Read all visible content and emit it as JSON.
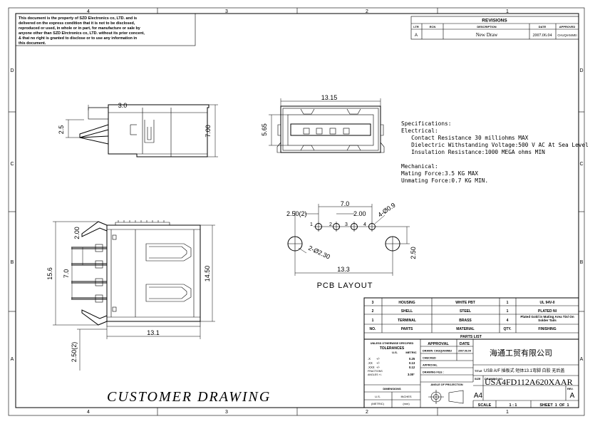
{
  "notice": [
    "This document is the property of SZD Electronics co, LTD. and is",
    "delivered on the express condition that it is not to be disclosed,",
    "reproduced or used, in whole or in part, for manufacture or sale by",
    "anyone other than SZD Elrctronics co, LTD. without its prior concent,",
    "& that no right is granted to disclose or to use any information in",
    "this document."
  ],
  "zones": {
    "columns": [
      "4",
      "3",
      "2",
      "1"
    ],
    "rows": [
      "D",
      "C",
      "B",
      "A"
    ]
  },
  "revisions": {
    "title": "REVISIONS",
    "headers": [
      "LTR",
      "ECN",
      "DESCRIPTION",
      "DATE",
      "APPROVED"
    ],
    "row": [
      "A",
      "",
      "New Draw",
      "2007.06.04",
      "CHUQIANWEI"
    ]
  },
  "side_view": {
    "dims": {
      "top": "3.0",
      "left": "2.5",
      "right": "7.00"
    }
  },
  "front_view": {
    "dims": {
      "width": "13.15",
      "height": "5.65"
    }
  },
  "plan_view": {
    "dims": {
      "pitch": "2.00",
      "height": "15.6",
      "span": "7.0",
      "depth": "14.50",
      "width": "13.1",
      "offset": "2.50(2)"
    }
  },
  "specs": [
    "Specifications:",
    "Electrical:",
    "   Contact Resistance 30 milliohms MAX",
    "   Dielectric Withstanding Voltage:500 V AC At Sea Level",
    "   Insulation Resistance:1000 MEGA ohms MIN",
    "",
    "Mechanical:",
    "Mating Force:3.5 KG MAX",
    "Unmating Force:0.7 KG MIN."
  ],
  "pcb": {
    "title": "PCB LAYOUT",
    "pins": [
      "1",
      "2",
      "3",
      "4"
    ],
    "dims": {
      "span": "7.0",
      "offset": "2.50(2)",
      "pitch": "2.00",
      "hole": "4-Ø0.9",
      "mount": "2-Ø2.30",
      "width": "13.3",
      "depth": "2.50"
    }
  },
  "parts": {
    "rows": [
      [
        "3",
        "HOUSING",
        "WHITE PBT",
        "1",
        "UL 94V-0"
      ],
      [
        "2",
        "SHELL",
        "STEEL",
        "1",
        "PLATED NI"
      ],
      [
        "1",
        "TERMINAL",
        "BRASS",
        "4",
        "Plated Gold in Mating Area Tin/ On Solder Tails"
      ]
    ],
    "headers": [
      "NO.",
      "PARTS",
      "MATERIAL",
      "QTY.",
      "FINISHING"
    ],
    "title": "PARTS LIST"
  },
  "title_block": {
    "tolerances_title": "UNLESS OTHERWISE SPECIFIED",
    "tolerances": "TOLERANCES",
    "us": "U.S.",
    "metric": "METRIC",
    "tol_rows": [
      [
        ".X",
        "+/-",
        "0.25"
      ],
      [
        ".XX",
        "+/-",
        "0.13"
      ],
      [
        ".XXX",
        "+/-",
        "0.12"
      ]
    ],
    "fractions": "FRACTIONS",
    "angles": "ANGLES +/-",
    "angle_val": "3.00°",
    "approval": "APPROVAL",
    "date": "DATE",
    "drawn_label": "DRAWN",
    "drawn_by": "CHUQIANWEI",
    "drawn_date": "2007.06.04",
    "checked": "CHECKED",
    "approval_row": "APPROVAL",
    "drawing_file": "DRAWING FILE :",
    "dimensions": "DIMENSIONS",
    "dim_us": "U.S.",
    "dim_inches": "INCHES",
    "dim_metric": "(METRIC)",
    "dim_mm": "(mm)",
    "projection": "ANGLE OF PROJECTION",
    "company": "海通工贸有限公司",
    "title_label": "TITLE",
    "title": "USB A/F 插板式 短体13.1弯脚 白胶 无后盖",
    "size_label": "SIZE",
    "size": "A4",
    "dwg_label": "DRAWING NO.",
    "dwg_no": "USA4FD112A620XAAR",
    "rev_label": "REV.",
    "rev": "A",
    "scale_label": "SCALE",
    "scale": "1 : 1",
    "sheet": "SHEET  1  OF  1"
  },
  "customer_drawing": "CUSTOMER DRAWING"
}
